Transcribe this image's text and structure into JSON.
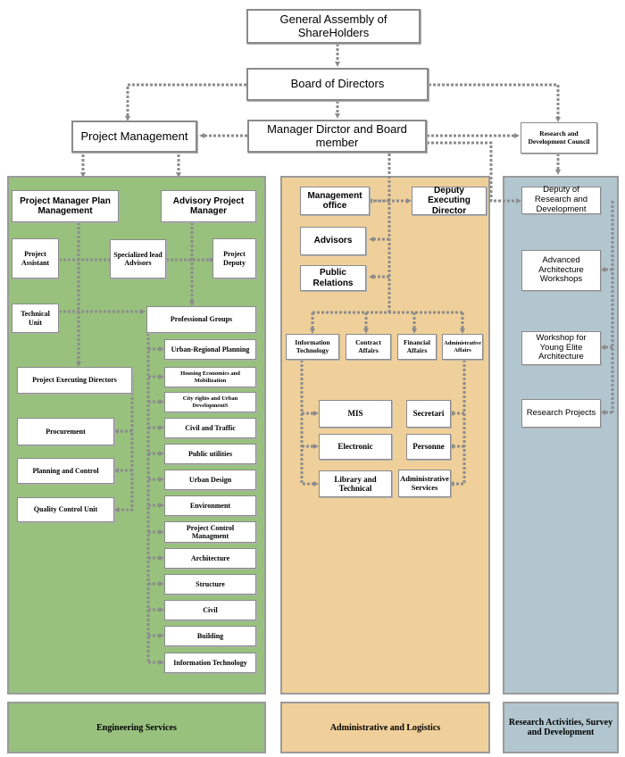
{
  "top": {
    "shareholders": "General Assembly of ShareHolders",
    "board": "Board of Directors",
    "manager": "Manager Dirctor and Board member",
    "project_management": "Project Management",
    "rd_council": "Research and Development Council"
  },
  "engineering": {
    "pm_plan": "Project Manager Plan Management",
    "advisory_pm": "Advisory Project Manager",
    "project_assistant": "Project Assistant",
    "specialized_advisors": "Specialized lead Advisors",
    "project_deputy": "Project Deputy",
    "technical_unit": "Technical Unit",
    "professional_groups": "Professional Groups",
    "executing_directors": "Project  Executing Directors",
    "procurement": "Procurement",
    "planning_control": "Planning and  Control",
    "quality_control": "Quality Control Unit",
    "groups": [
      "Urban-Regional Planning",
      "Housing Economics and Mobilization",
      "City rights and Urban DevelopmentS",
      "Civil and Traffic",
      "Public utilities",
      "Urban Design",
      "Environment",
      "Project Control Managment",
      "Architecture",
      "Structure",
      "Civil",
      "Building",
      "Information Technology"
    ]
  },
  "admin": {
    "management_office": "Management office",
    "deputy_executing": "Deputy Executing Director",
    "advisors": "Advisors",
    "public_relations": "Public Relations",
    "it": "Information Technology",
    "contract": "Contract Affairs",
    "financial": "Financial Affairs",
    "administrative": "Administrative Affairs",
    "mis": "MIS",
    "electronic": "Electronic",
    "library": "Library and Technical",
    "secretari": "Secretari",
    "personne": "Personne",
    "admin_services": "Administrative Services"
  },
  "research": {
    "deputy_rd": "Deputy of Research and Development",
    "advanced_workshops": "Advanced Architecture Workshops",
    "young_elite": "Workshop for Young Elite Architecture",
    "research_projects": "Research Projects"
  },
  "footer": {
    "engineering": "Engineering Services",
    "admin": "Administrative and Logistics",
    "research": "Research Activities, Survey and Development"
  },
  "colors": {
    "engineering": "#98c17e",
    "admin": "#f0d09a",
    "research": "#b2c6cf",
    "connector": "#8c8c8c"
  }
}
